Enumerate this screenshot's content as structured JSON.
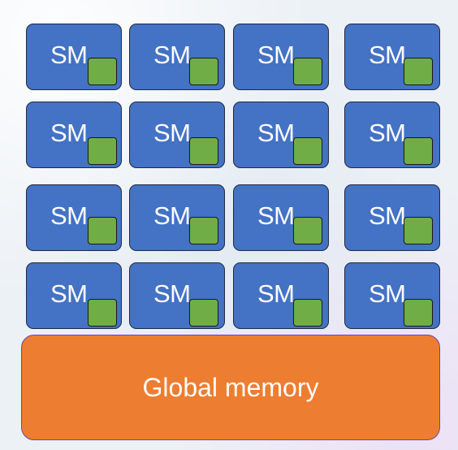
{
  "diagram": {
    "sm_label": "SM",
    "rows": 4,
    "cols": 4,
    "global_memory_label": "Global memory",
    "colors": {
      "sm_fill": "#4472c4",
      "cache_fill": "#70ad47",
      "global_memory_fill": "#ed7d31"
    }
  }
}
